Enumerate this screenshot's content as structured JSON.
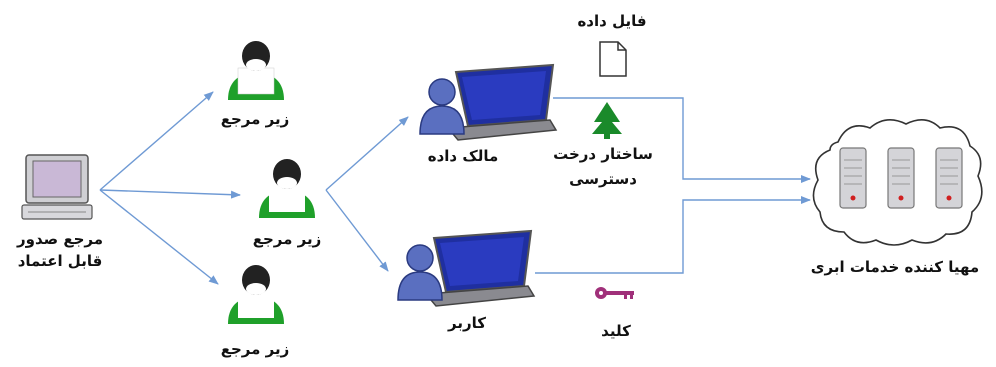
{
  "nodes": {
    "trusted_authority": {
      "label": "مرجع صدور",
      "label2": "قابل اعتماد"
    },
    "sub_authority_1": {
      "label": "زیر مرجع"
    },
    "sub_authority_2": {
      "label": "زیر مرجع"
    },
    "sub_authority_3": {
      "label": "زیر مرجع"
    },
    "data_owner": {
      "label": "مالک داده"
    },
    "user": {
      "label": "کاربر"
    },
    "data_file": {
      "label": "فایل داده"
    },
    "access_tree": {
      "label": "ساختار درخت",
      "label2": "دسترسی"
    },
    "key": {
      "label": "کلید"
    },
    "cloud_provider": {
      "label": "مهیا کننده خدمات ابری"
    }
  },
  "colors": {
    "arrow": "#6f9ad4",
    "person_body": "#1fa02a",
    "person_head": "#222222",
    "tree": "#1a8a2a",
    "key": "#a0307a",
    "laptop_screen": "#1f2fa0",
    "server_led": "#d02020"
  },
  "icons": {
    "computer": "desktop-computer-icon",
    "person": "person-icon",
    "laptop_user": "laptop-user-icon",
    "file": "file-icon",
    "tree": "tree-icon",
    "key": "key-icon",
    "cloud": "cloud-icon",
    "server": "server-icon"
  }
}
